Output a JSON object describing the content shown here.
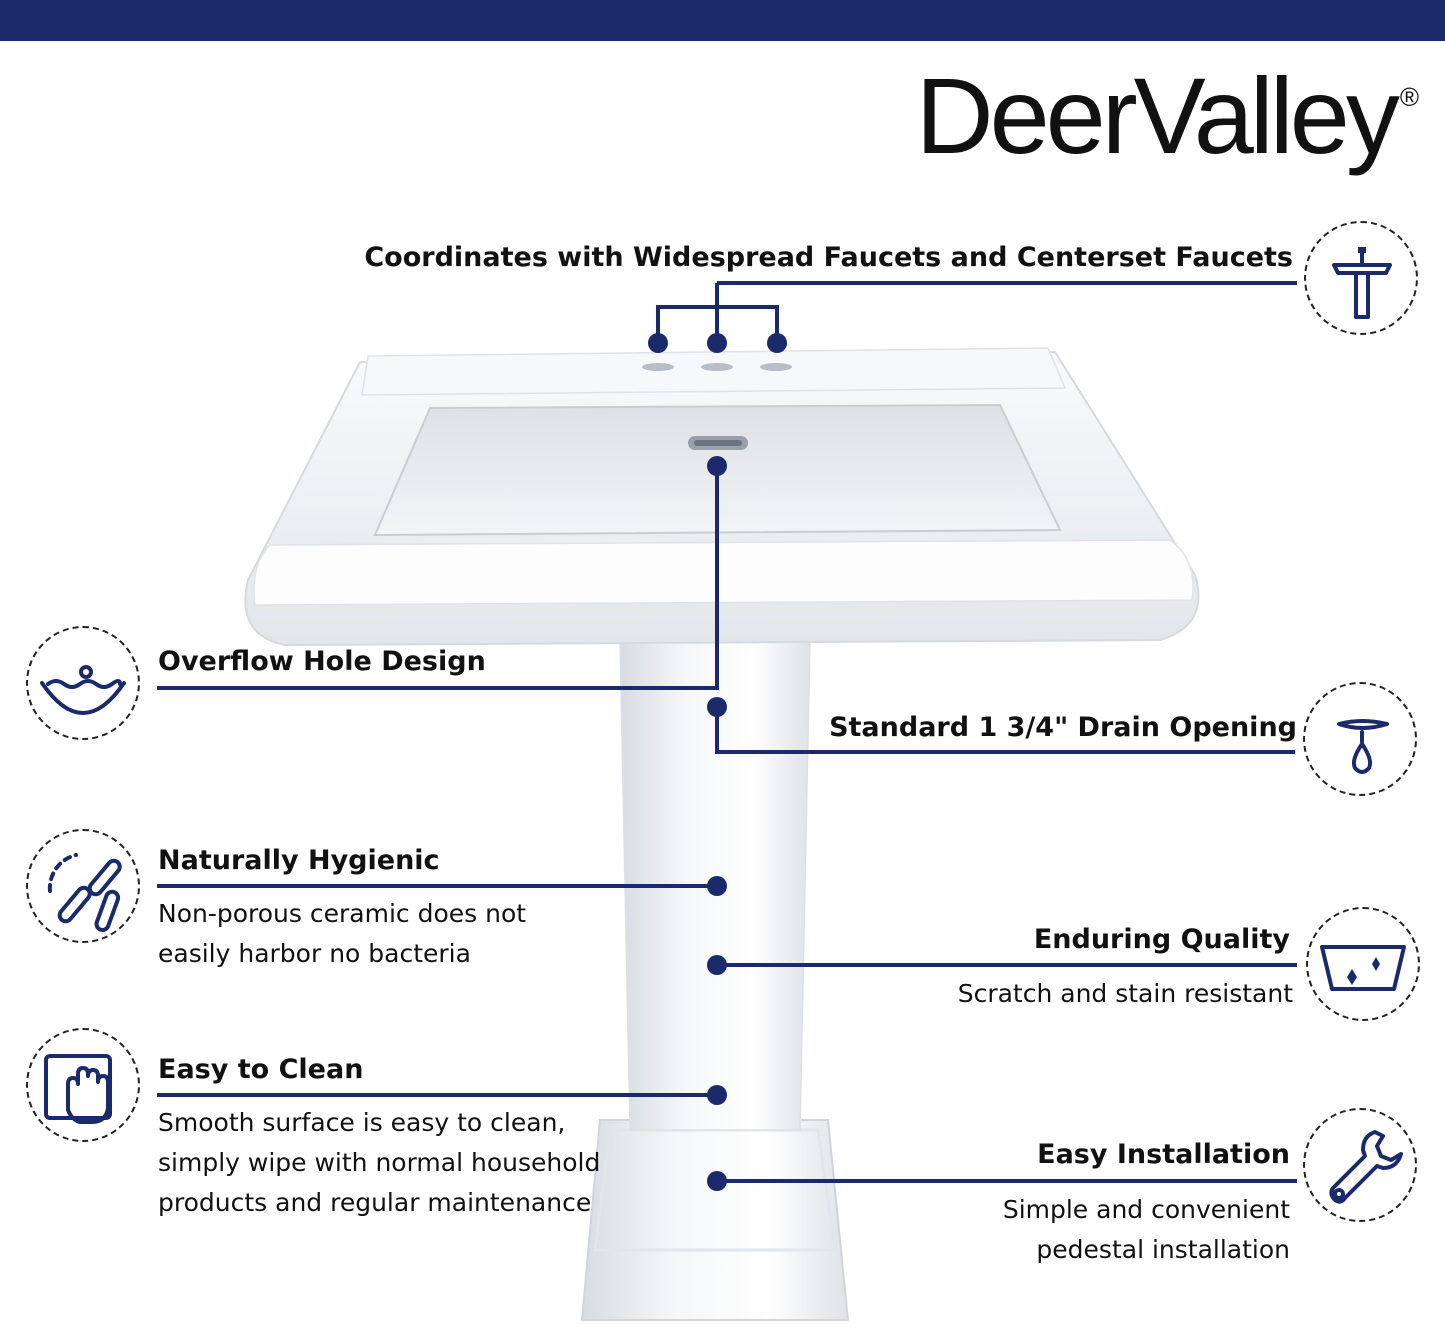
{
  "brand": {
    "name": "DeerValley",
    "registered": "®"
  },
  "colors": {
    "navy": "#1b2a6b",
    "text": "#111111"
  },
  "features": {
    "faucets": {
      "title": "Coordinates with Widespread Faucets and Centerset Faucets",
      "icon": "faucet-icon"
    },
    "overflow": {
      "title": "Overflow Hole Design",
      "icon": "basin-water-icon"
    },
    "drain": {
      "title": "Standard 1 3/4\" Drain Opening",
      "icon": "drain-drop-icon"
    },
    "hygienic": {
      "title": "Naturally Hygienic",
      "desc_line1": "Non-porous ceramic does not",
      "desc_line2": "easily harbor no bacteria",
      "icon": "bacteria-icon"
    },
    "quality": {
      "title": "Enduring Quality",
      "desc_line1": "Scratch and stain resistant",
      "icon": "sparkle-bowl-icon"
    },
    "clean": {
      "title": "Easy to Clean",
      "desc_line1": "Smooth surface is easy to clean,",
      "desc_line2": "simply wipe with normal household",
      "desc_line3": "products and regular maintenance",
      "icon": "hand-wipe-icon"
    },
    "install": {
      "title": "Easy Installation",
      "desc_line1": "Simple and convenient",
      "desc_line2": "pedestal installation",
      "icon": "wrench-icon"
    }
  }
}
